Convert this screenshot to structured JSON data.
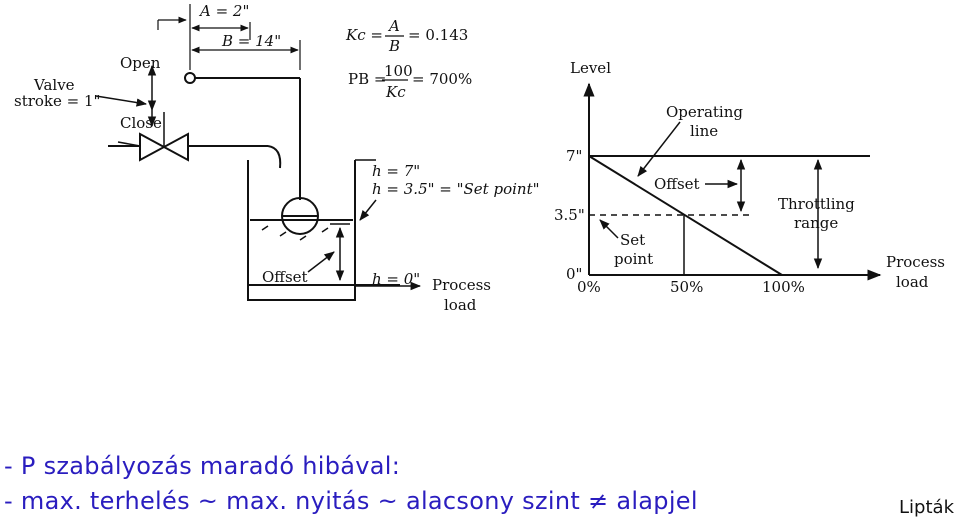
{
  "tank": {
    "a_dim": "A = 2\"",
    "b_dim": "B = 14\"",
    "kc_label": "Kc =",
    "kc_num": "A",
    "kc_den": "B",
    "kc_value": "= 0.143",
    "pb_label": "PB =",
    "pb_num": "100",
    "pb_den": "Kc",
    "pb_value": "= 700%",
    "open": "Open",
    "close": "Close",
    "valve_line1": "Valve",
    "valve_line2": "stroke = 1\"",
    "h7": "h = 7\"",
    "h35": "h = 3.5\" = \"Set point\"",
    "offset": "Offset",
    "h0": "h = 0\"",
    "process": "Process",
    "load": "load"
  },
  "graph": {
    "level": "Level",
    "y7": "7\"",
    "y35": "3.5\"",
    "y0": "0\"",
    "x0": "0%",
    "x50": "50%",
    "x100": "100%",
    "operating1": "Operating",
    "operating2": "line",
    "offset": "Offset",
    "throttling1": "Throttling",
    "throttling2": "range",
    "setpoint1": "Set",
    "setpoint2": "point",
    "process": "Process",
    "load": "load"
  },
  "caption": {
    "line1": "- P szabályozás maradó hibával:",
    "line2": "- max. terhelés ~ max. nyitás ~ alacsony szint ≠ alapjel"
  },
  "credit": "Lipták"
}
